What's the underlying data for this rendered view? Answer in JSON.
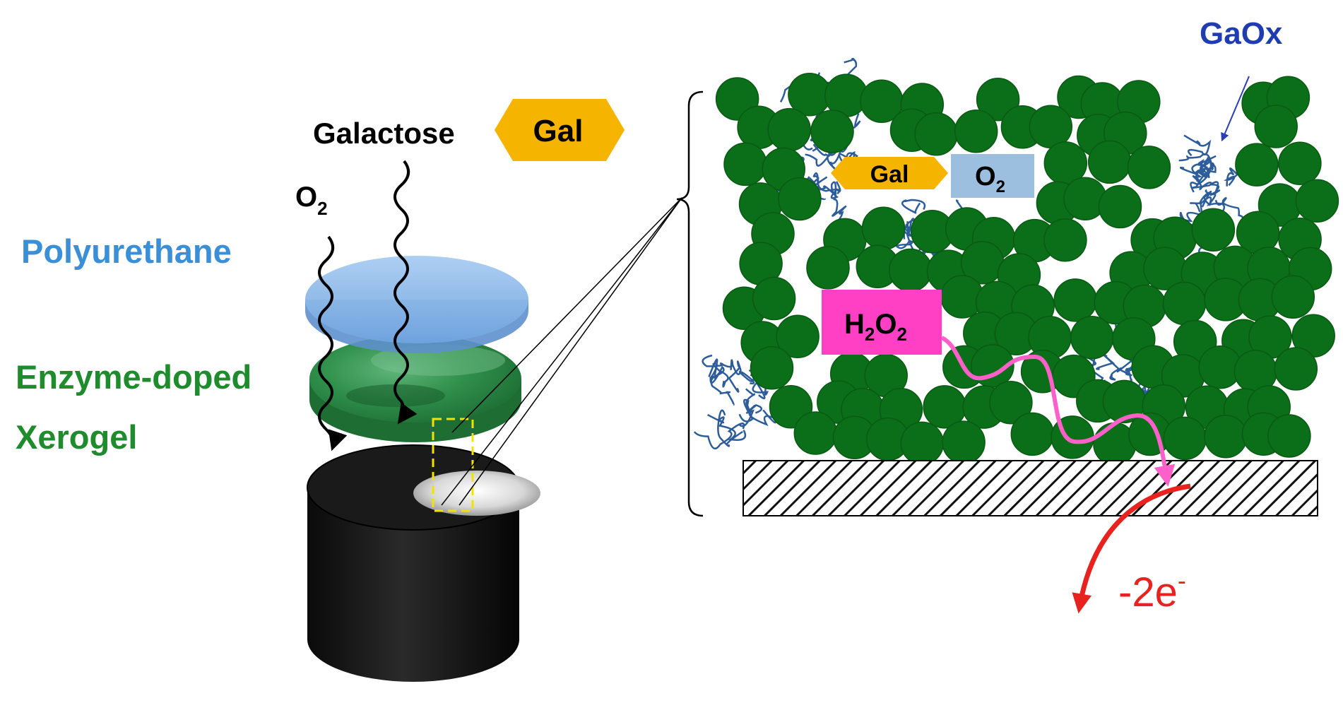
{
  "labels": {
    "galactose": "Galactose",
    "gal_badge": "Gal",
    "o2_left": "O",
    "o2_left_sub": "2",
    "polyurethane": "Polyurethane",
    "xerogel_line1": "Enzyme-doped",
    "xerogel_line2": "Xerogel",
    "gaox": "GaOx",
    "gal_small": "Gal",
    "o2_box": "O",
    "o2_box_sub": "2",
    "h2o2_h": "H",
    "h2o2_sub1": "2",
    "h2o2_o": "O",
    "h2o2_sub2": "2",
    "electrons": "-2e",
    "electrons_sup": "-"
  },
  "colors": {
    "label_blue": "#3a8fd6",
    "label_green": "#1e8b2c",
    "gaox_blue": "#1f3db0",
    "gal_orange": "#f5b400",
    "sphere_green": "#0b6e19",
    "sphere_stroke": "#0a5a14",
    "enzyme_blue": "#2c5d9a",
    "o2_box_fill": "#9cbfe0",
    "h2o2_fill": "#ff3fc4",
    "pink_arrow": "#ff5fc8",
    "electron_red": "#e8231f",
    "electrode_black": "#141414",
    "polyurethane_blue": "#8cb8e8",
    "xerogel_green": "#2f8f4a",
    "highlight_yellow": "#f3e200"
  }
}
